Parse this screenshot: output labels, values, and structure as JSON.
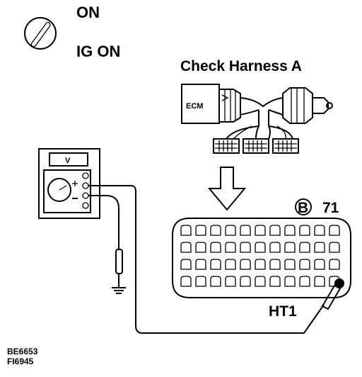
{
  "labels": {
    "on": "ON",
    "ig_on": "IG ON",
    "harness_title": "Check Harness A",
    "ecm": "ECM",
    "meter_unit": "V",
    "connector_letter": "B",
    "connector_number": "71",
    "terminal": "HT1",
    "code1": "BE6653",
    "code2": "FI6945"
  },
  "icons": {
    "ignition": "ignition-key-icon",
    "arrow": "down-arrow-icon",
    "ground": "ground-icon"
  }
}
